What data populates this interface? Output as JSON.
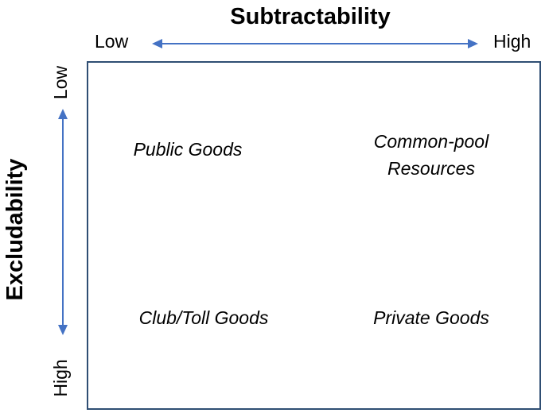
{
  "x_axis": {
    "title": "Subtractability",
    "low_label": "Low",
    "high_label": "High"
  },
  "y_axis": {
    "title": "Excludability",
    "low_label": "Low",
    "high_label": "High"
  },
  "quadrants": {
    "low_low": "Public Goods",
    "low_high_line1": "Common-pool",
    "low_high_line2": "Resources",
    "high_low": "Club/Toll Goods",
    "high_high": "Private Goods"
  },
  "colors": {
    "arrow": "#4472c4",
    "border": "#2f4e73",
    "text": "#000000"
  }
}
